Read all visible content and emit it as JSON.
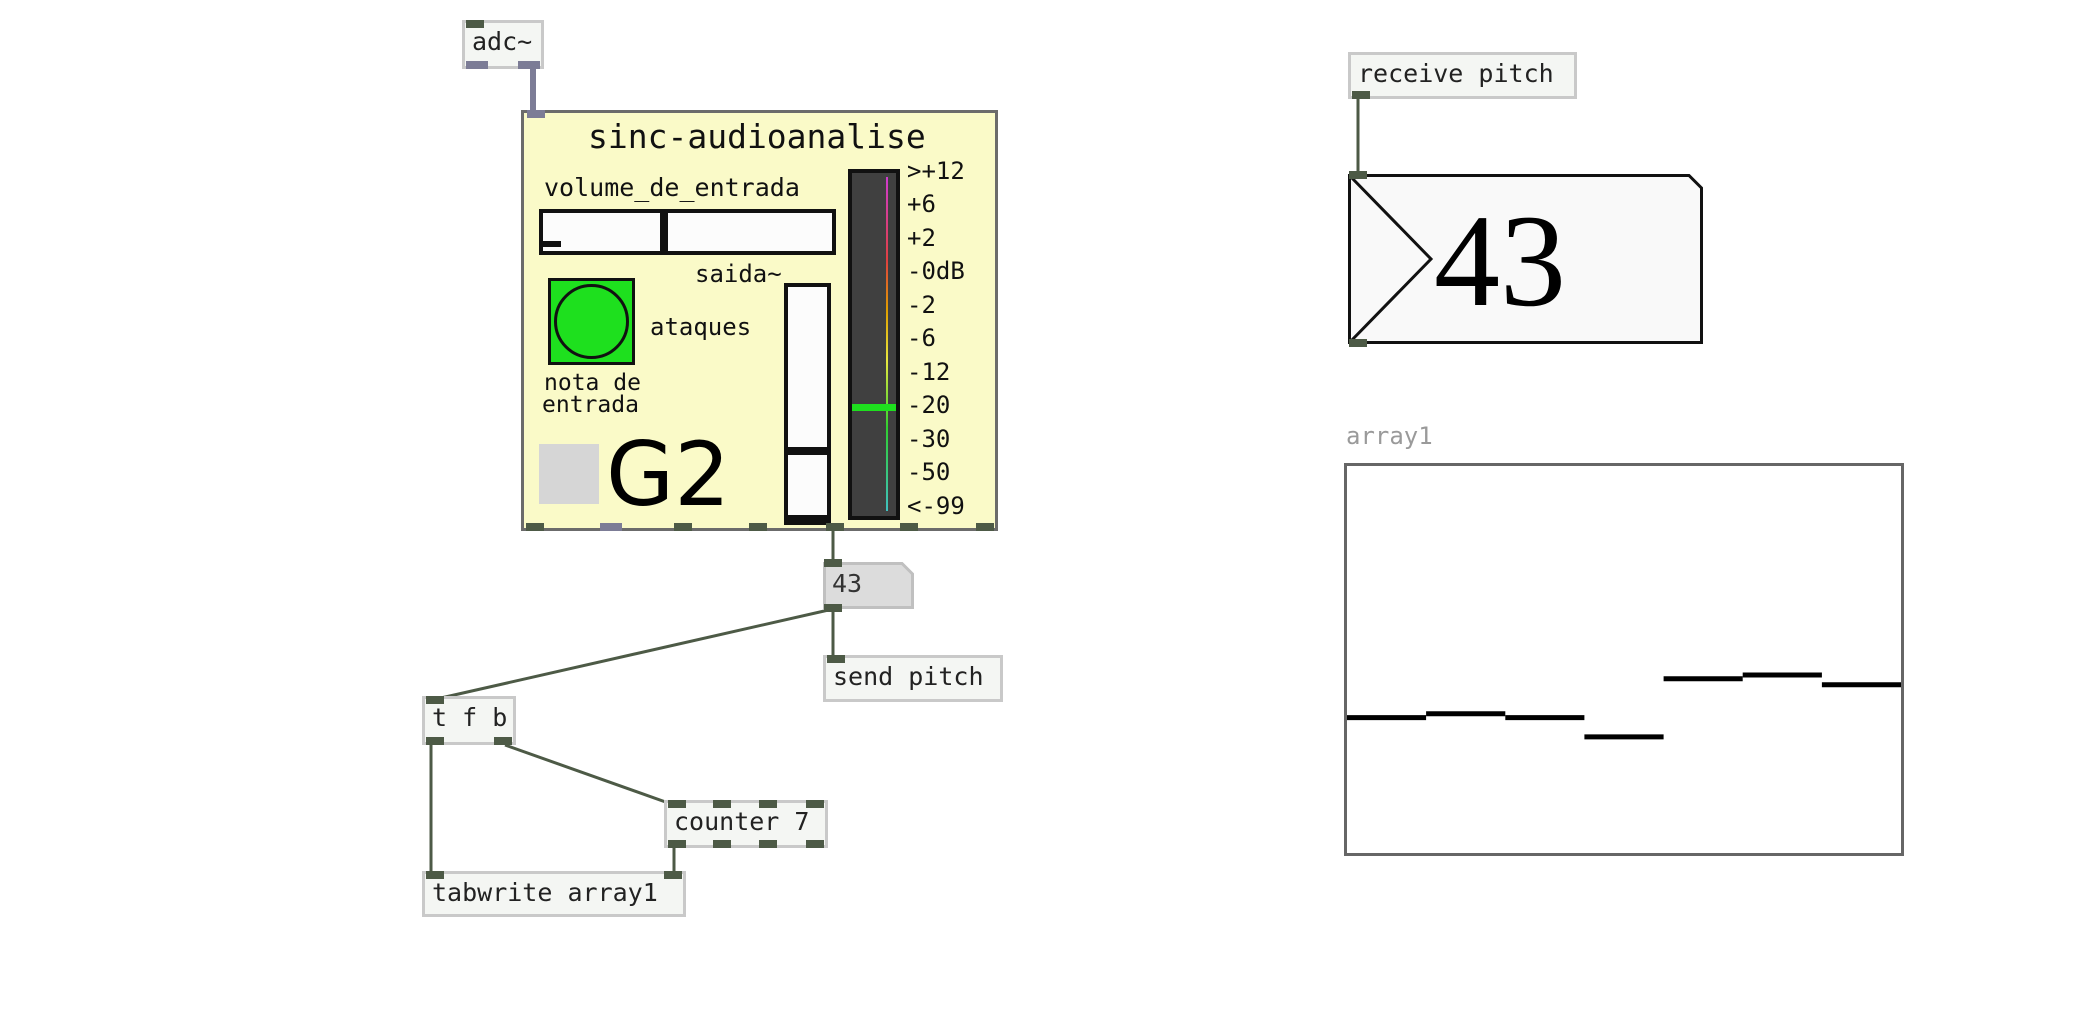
{
  "objects": {
    "adc": "adc~",
    "receive": "receive pitch",
    "send": "send pitch",
    "trigger": "t f b",
    "counter": "counter 7",
    "tabwrite": "tabwrite array1"
  },
  "gop": {
    "title": "sinc-audioanalise",
    "volume_label": "volume_de_entrada",
    "saida_label": "saida~",
    "ataques_label": "ataques",
    "nota_label_line1": "nota de",
    "nota_label_line2": "entrada",
    "note_name": "G2",
    "volume_slider_level": 0.42,
    "saida_slider_level": 0.3,
    "vu_level_db": -20,
    "vu_scale": [
      ">+12",
      "+6",
      "+2",
      "-0dB",
      "-2",
      "-6",
      "-12",
      "-20",
      "-30",
      "-50",
      "<-99"
    ],
    "bang_color": "#1ee01e",
    "background_color": "#fafac8",
    "vu_background_color": "#404040"
  },
  "number_box_small": "43",
  "number_box_big": "43",
  "array": {
    "name": "array1",
    "values": [
      0.7,
      0.72,
      0.7,
      0.6,
      0.9,
      0.92,
      0.87
    ],
    "ylim": [
      0,
      2
    ]
  },
  "colors": {
    "wire": "#4d5a46",
    "audio_wire": "#7c7c96",
    "object_border": "#c9c9c9"
  }
}
